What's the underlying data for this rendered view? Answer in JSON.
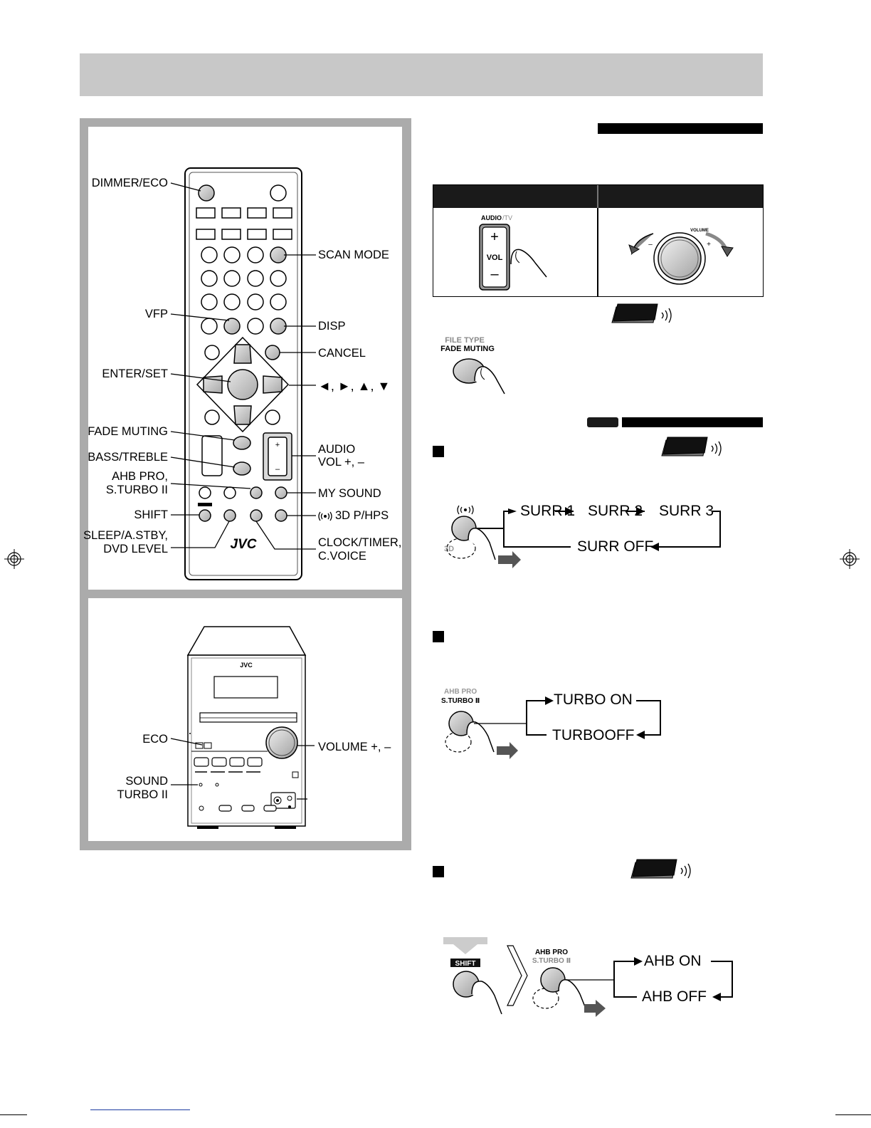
{
  "remote": {
    "left_labels": {
      "dimmer_eco": "DIMMER/ECO",
      "vfp": "VFP",
      "enter_set": "ENTER/SET",
      "fade_muting": "FADE MUTING",
      "bass_treble": "BASS/TREBLE",
      "ahb_pro_1": "AHB PRO,",
      "ahb_pro_2": "S.TURBO II",
      "shift": "SHIFT",
      "sleep_1": "SLEEP/A.STBY,",
      "sleep_2": "DVD  LEVEL"
    },
    "right_labels": {
      "scan_mode": "SCAN MODE",
      "disp": "DISP",
      "cancel": "CANCEL",
      "cursor": "◄, ►, ▲, ▼",
      "audio_1": "AUDIO",
      "audio_2": "VOL +, –",
      "my_sound": "MY SOUND",
      "surround": "3D P/HPS",
      "clock_1": "CLOCK/TIMER,",
      "clock_2": "C.VOICE"
    },
    "brand": "JVC",
    "vol_plus": "+",
    "vol_minus": "–"
  },
  "main_unit": {
    "brand": "JVC",
    "eco": "ECO",
    "sound_1": "SOUND",
    "sound_2": "TURBO II",
    "volume": "VOLUME +, –"
  },
  "volume_table": {
    "audio_tv": "AUDIO",
    "audio_tv_suffix": " /TV",
    "vol": "VOL",
    "plus": "+",
    "minus": "–",
    "knob_label": "VOLUME",
    "knob_minus": "–",
    "knob_plus": "+"
  },
  "fade": {
    "file_type": "FILE TYPE",
    "fade_muting": "FADE MUTING"
  },
  "surround": {
    "surr1": "SURR 1",
    "surr2": "SURR 2",
    "surr3": "SURR 3",
    "off": "SURR OFF",
    "btn_3d": "3D"
  },
  "turbo": {
    "label_1": "AHB PRO",
    "label_2": "S.TURBO Ⅱ",
    "on": "TURBO ON",
    "off": "TURBOOFF"
  },
  "ahb": {
    "shift": "SHIFT",
    "label_1": "AHB PRO",
    "label_2": "S.TURBO Ⅱ",
    "on": "AHB ON",
    "off": "AHB OFF"
  }
}
